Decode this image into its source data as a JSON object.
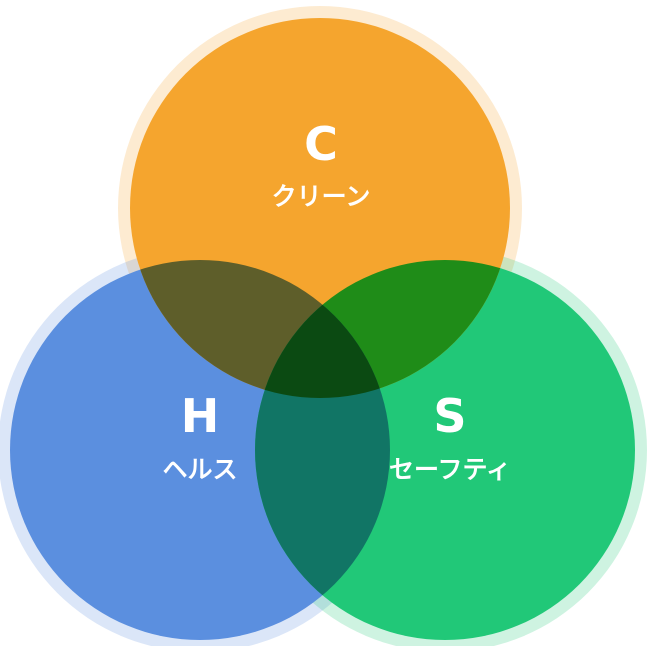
{
  "circles": [
    {
      "id": "clean",
      "letter": "C",
      "label": "クリーン",
      "color": "#f5a52e"
    },
    {
      "id": "health",
      "letter": "H",
      "label": "ヘルス",
      "color": "#5b8fdf"
    },
    {
      "id": "safety",
      "letter": "S",
      "label": "セーフティ",
      "color": "#21c878"
    }
  ],
  "overlap_colors": {
    "clean_health": "#5e5e2a",
    "clean_safety": "#1f8c18",
    "health_safety": "#117565",
    "center": "#0b4a12"
  }
}
